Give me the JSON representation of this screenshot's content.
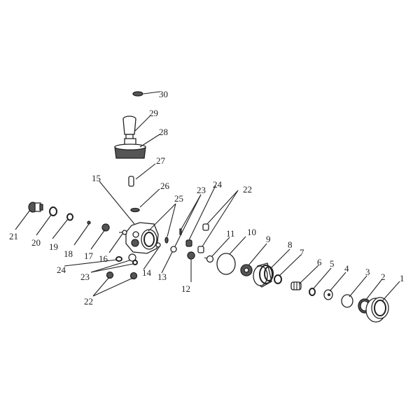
{
  "diagram": {
    "type": "exploded-parts-diagram",
    "part_numbers": [
      "30",
      "29",
      "28",
      "27",
      "26",
      "15",
      "25",
      "23",
      "24",
      "22",
      "21",
      "20",
      "19",
      "18",
      "17",
      "16",
      "24",
      "23",
      "14",
      "13",
      "12",
      "11",
      "10",
      "9",
      "8",
      "7",
      "6",
      "5",
      "4",
      "3",
      "2",
      "1",
      "22"
    ]
  },
  "colors": {
    "line": "#222222",
    "background": "#ffffff"
  }
}
